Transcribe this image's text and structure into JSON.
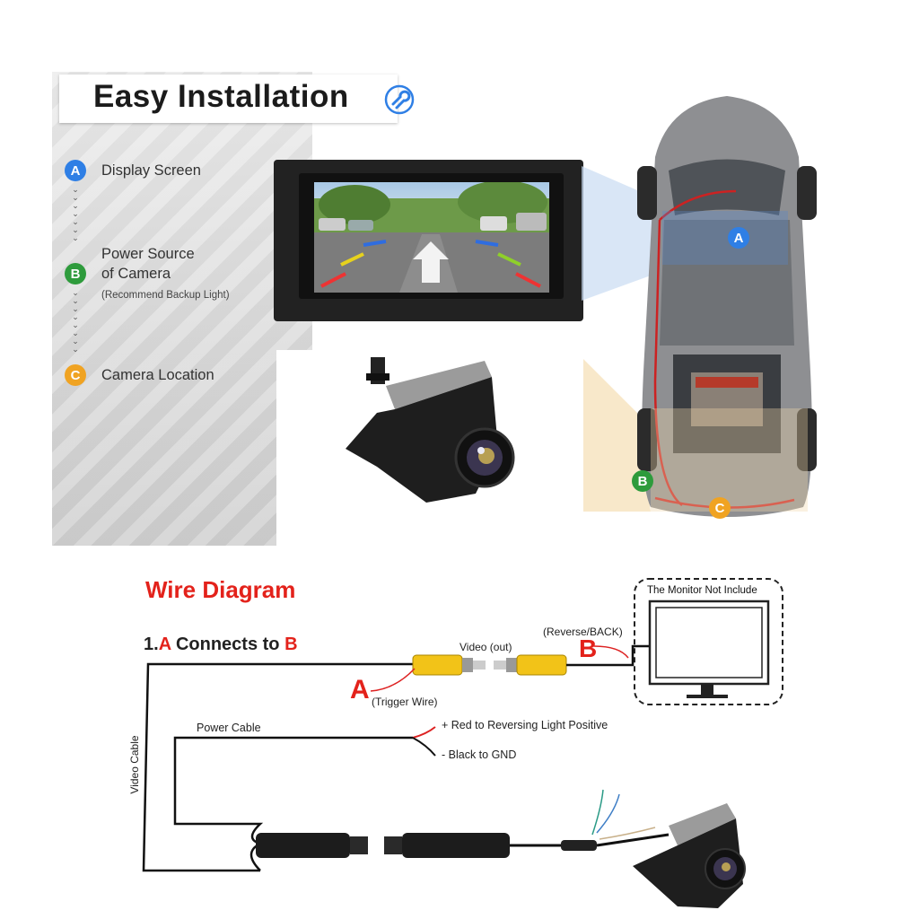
{
  "header": {
    "title": "Easy Installation"
  },
  "legend": {
    "items": [
      {
        "key": "A",
        "label": "Display Screen",
        "color": "#2f7fe5"
      },
      {
        "key": "B",
        "label_line1": "Power Source",
        "label_line2": "of Camera",
        "note": "(Recommend Backup Light)",
        "color": "#2e9b3c"
      },
      {
        "key": "C",
        "label": "Camera Location",
        "color": "#f0a322"
      }
    ]
  },
  "car_markers": {
    "a": "A",
    "b": "B",
    "c": "C"
  },
  "wire_diagram": {
    "title": "Wire Diagram",
    "step_prefix": "1.",
    "step_a": "A",
    "step_mid": " Connects to ",
    "step_b": "B",
    "video_out": "Video (out)",
    "reverse_back": "(Reverse/BACK)",
    "label_b": "B",
    "label_a": "A",
    "trigger_wire": "(Trigger Wire)",
    "monitor_note": "The Monitor Not Include",
    "power_cable": "Power Cable",
    "red_wire": "+ Red to Reversing Light Positive",
    "black_wire": "- Black to GND",
    "video_cable": "Video Cable"
  },
  "colors": {
    "accent_red": "#e3221b",
    "badge_blue": "#2f7fe5",
    "badge_green": "#2e9b3c",
    "badge_orange": "#f0a322",
    "rca_yellow": "#f2c318"
  }
}
